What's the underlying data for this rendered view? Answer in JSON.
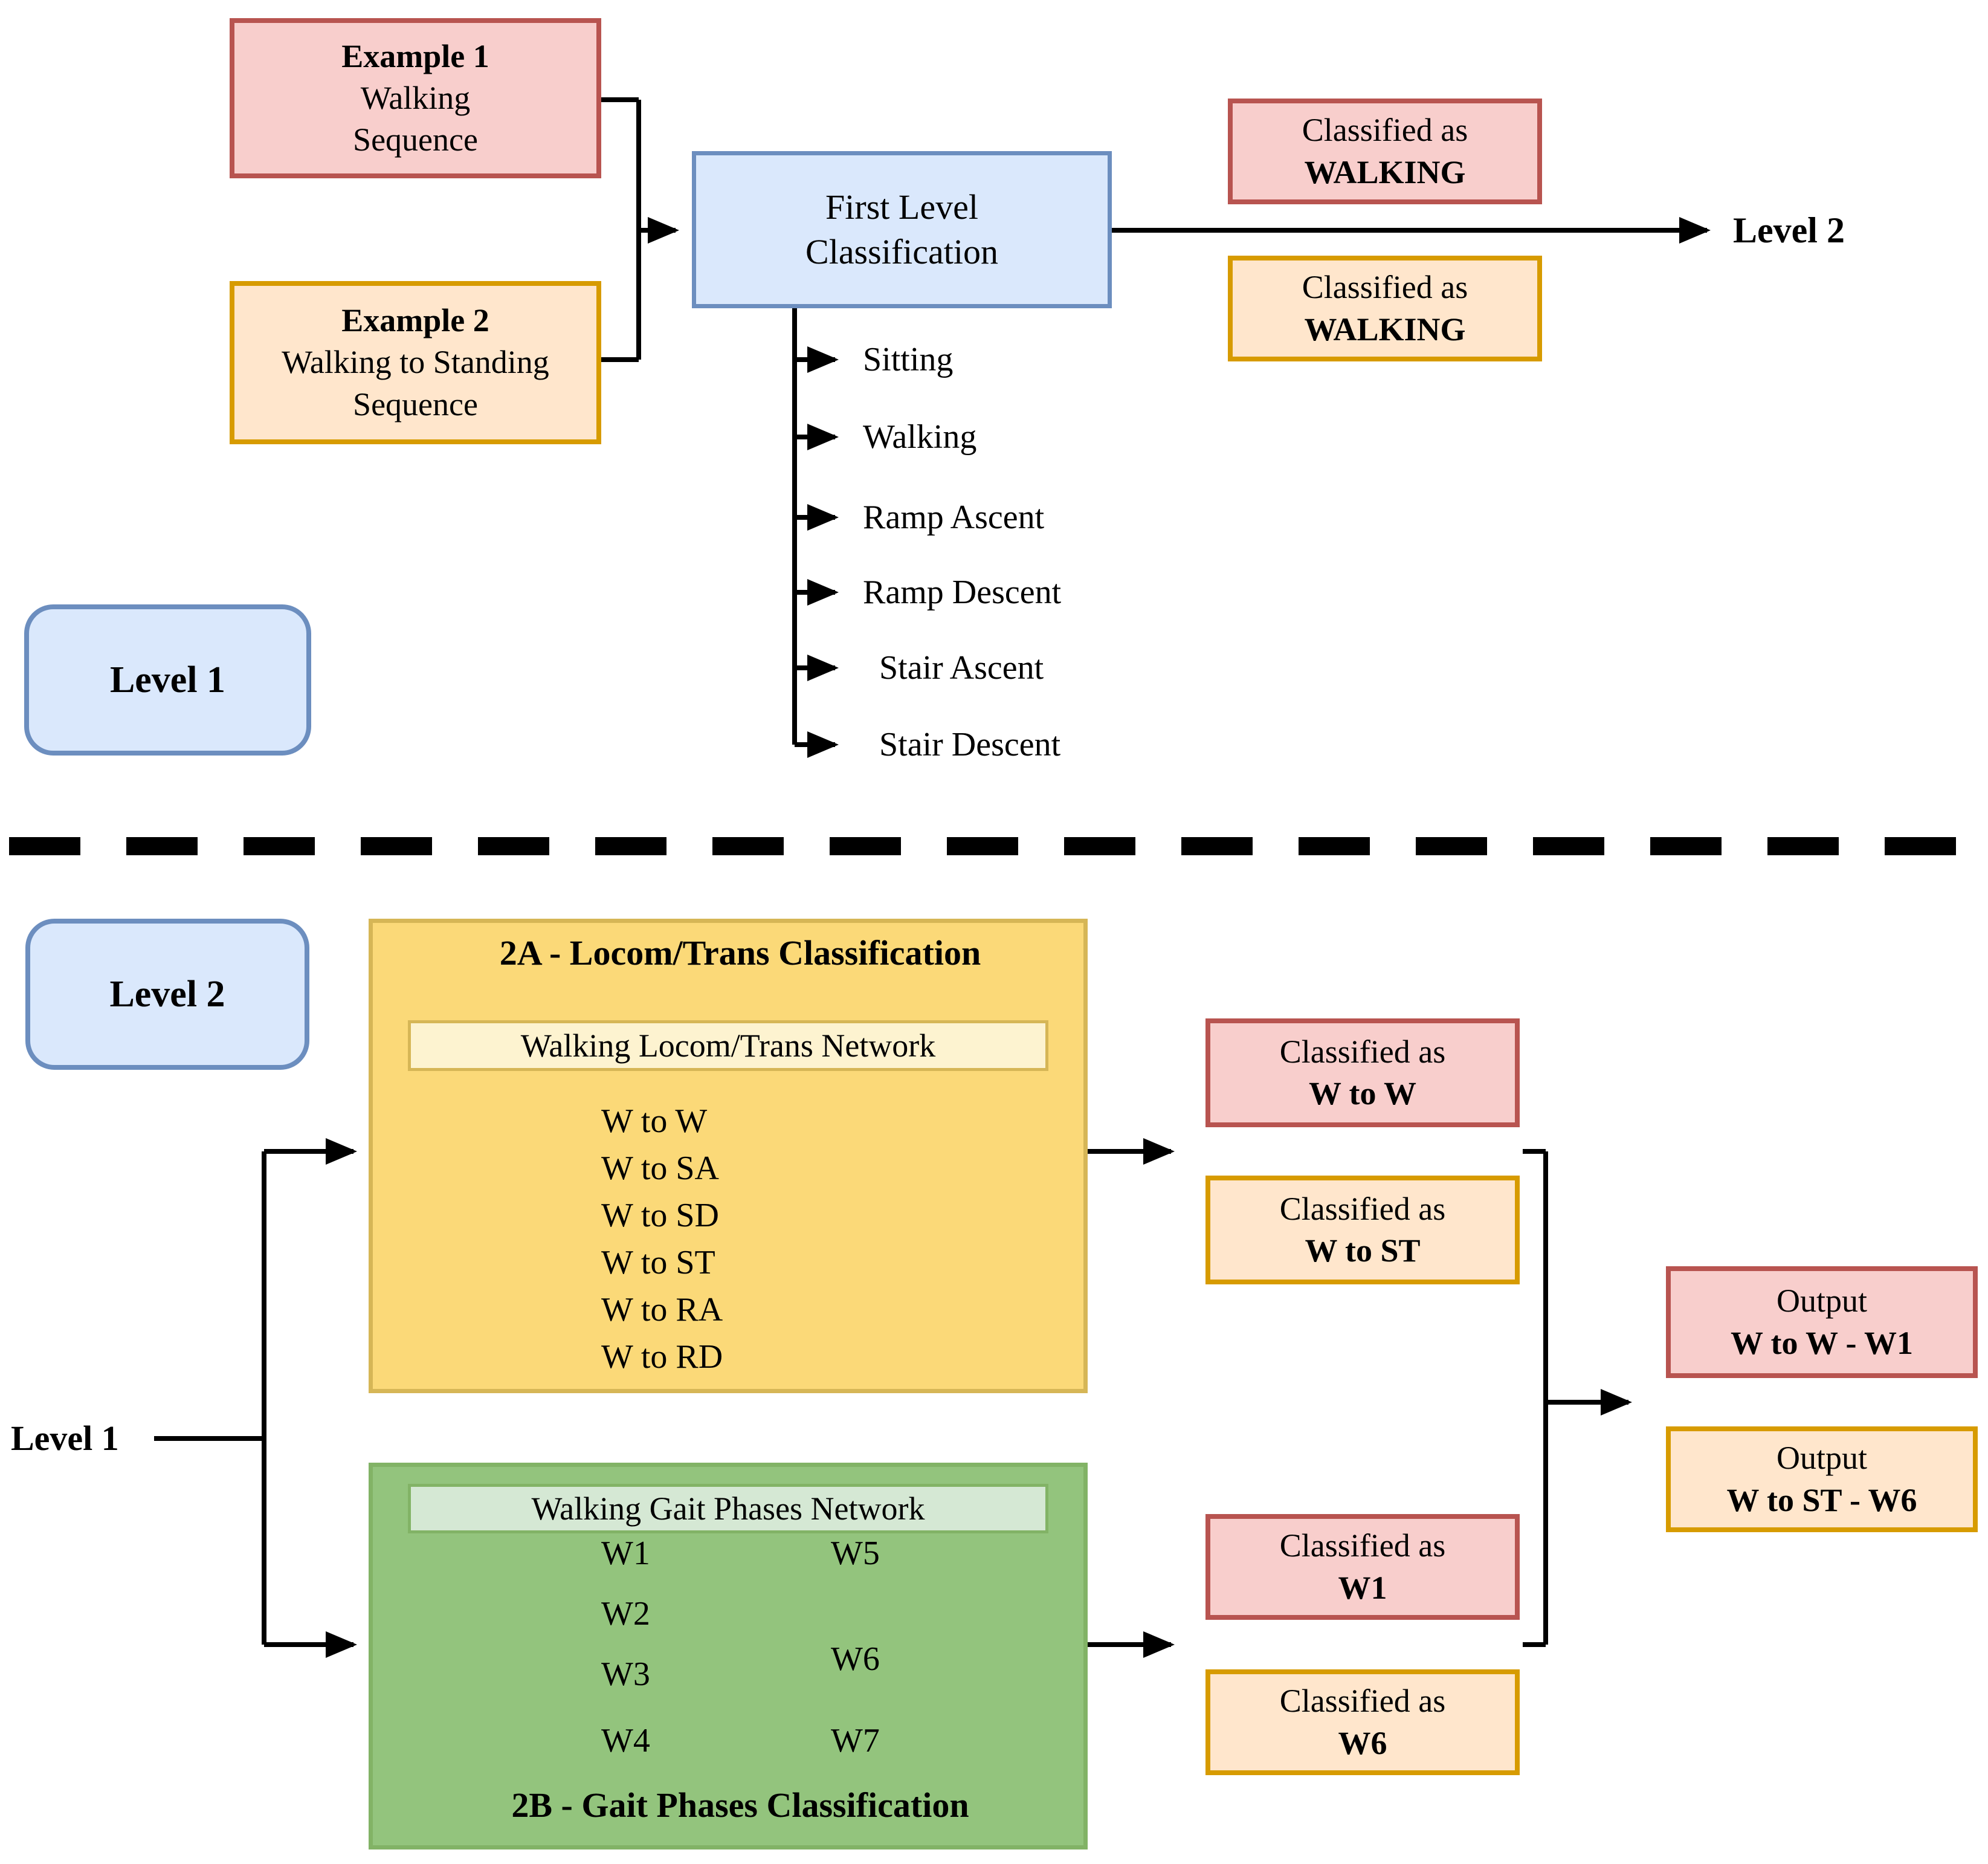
{
  "top": {
    "level1_badge": "Level 1",
    "example1": {
      "title": "Example 1",
      "line1": "Walking",
      "line2": "Sequence"
    },
    "example2": {
      "title": "Example 2",
      "line1": "Walking to Standing",
      "line2": "Sequence"
    },
    "first_level": {
      "line1": "First Level",
      "line2": "Classification"
    },
    "classified_pink": {
      "prefix": "Classified as",
      "value": "WALKING"
    },
    "classified_orange": {
      "prefix": "Classified as",
      "value": "WALKING"
    },
    "level2_arrow_label": "Level 2",
    "outcomes": [
      "Sitting",
      "Walking",
      "Ramp Ascent",
      "Ramp Descent",
      "Stair Ascent",
      "Stair Descent"
    ]
  },
  "bottom": {
    "level2_badge": "Level 2",
    "level1_source_label": "Level 1",
    "box2a": {
      "title": "2A - Locom/Trans Classification",
      "network": "Walking Locom/Trans Network",
      "classes": [
        "W to W",
        "W to SA",
        "W to SD",
        "W to ST",
        "W to RA",
        "W to RD"
      ]
    },
    "box2b": {
      "title": "2B - Gait Phases Classification",
      "network": "Walking Gait Phases Network",
      "classes_left": [
        "W1",
        "W2",
        "W3",
        "W4"
      ],
      "classes_right": [
        "W5",
        "W6",
        "W7"
      ]
    },
    "classified_2a_pink": {
      "prefix": "Classified as",
      "value": "W to W"
    },
    "classified_2a_orange": {
      "prefix": "Classified as",
      "value": "W to ST"
    },
    "classified_2b_pink": {
      "prefix": "Classified as",
      "value": "W1"
    },
    "classified_2b_orange": {
      "prefix": "Classified as",
      "value": "W6"
    },
    "output_pink": {
      "prefix": "Output",
      "value": "W to W - W1"
    },
    "output_orange": {
      "prefix": "Output",
      "value": "W to ST - W6"
    }
  },
  "colors": {
    "pink_fill": "#f8cecc",
    "pink_border": "#b85450",
    "orange_fill": "#ffe6cc",
    "orange_border": "#d79b00",
    "blue_fill": "#dae8fc",
    "blue_border": "#6c8ebf",
    "yellow_fill": "#fbd978",
    "yellow_border": "#d6b656",
    "pale_yellow": "#fdf3d0",
    "green_fill": "#93c47d",
    "green_border": "#82b366",
    "pale_green": "#d5e8d4",
    "line": "#000000"
  }
}
